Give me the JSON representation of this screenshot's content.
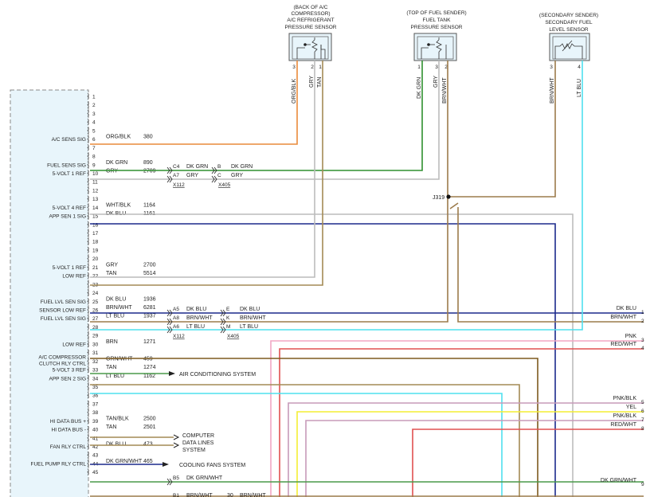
{
  "components": {
    "ac_sensor": {
      "location": "(BACK OF A/C",
      "line2": "COMPRESSOR)",
      "line3": "A/C REFRIGERANT",
      "line4": "PRESSURE SENSOR",
      "pins": [
        "3",
        "2",
        "1"
      ]
    },
    "fuel_tank_sensor": {
      "location": "(TOP OF FUEL SENDER)",
      "line2": "FUEL TANK",
      "line3": "PRESSURE SENSOR",
      "pins": [
        "1",
        "3",
        "2"
      ]
    },
    "secondary_sensor": {
      "location": "(SECONDARY SENDER)",
      "line2": "SECONDARY FUEL",
      "line3": "LEVEL SENSOR",
      "pins": [
        "3",
        "4"
      ]
    }
  },
  "vertical_wires": {
    "org_blk": "ORG/BLK",
    "gry_a": "GRY",
    "tan_a": "TAN",
    "dk_grn": "DK GRN",
    "gry_b": "GRY",
    "brn_wht_a": "BRN/WHT",
    "brn_wht_b": "BRN/WHT",
    "lt_blu": "LT BLU"
  },
  "module_pins": [
    {
      "n": "1",
      "label": ""
    },
    {
      "n": "2",
      "label": ""
    },
    {
      "n": "3",
      "label": ""
    },
    {
      "n": "4",
      "label": ""
    },
    {
      "n": "5",
      "label": ""
    },
    {
      "n": "6",
      "label": "A/C SENS SIG",
      "color": "ORG/BLK",
      "circuit": "380"
    },
    {
      "n": "7",
      "label": ""
    },
    {
      "n": "8",
      "label": ""
    },
    {
      "n": "9",
      "label": "FUEL SENS SIG",
      "color": "DK GRN",
      "circuit": "890"
    },
    {
      "n": "10",
      "label": "5-VOLT 1 REF",
      "color": "GRY",
      "circuit": "2709"
    },
    {
      "n": "11",
      "label": ""
    },
    {
      "n": "12",
      "label": ""
    },
    {
      "n": "13",
      "label": ""
    },
    {
      "n": "14",
      "label": "5-VOLT 4 REF",
      "color": "WHT/BLK",
      "circuit": "1164"
    },
    {
      "n": "15",
      "label": "APP SEN 1 SIG",
      "color": "DK BLU",
      "circuit": "1161"
    },
    {
      "n": "16",
      "label": ""
    },
    {
      "n": "17",
      "label": ""
    },
    {
      "n": "18",
      "label": ""
    },
    {
      "n": "19",
      "label": ""
    },
    {
      "n": "20",
      "label": ""
    },
    {
      "n": "21",
      "label": "5-VOLT 1 REF",
      "color": "GRY",
      "circuit": "2700"
    },
    {
      "n": "22",
      "label": "LOW REF",
      "color": "TAN",
      "circuit": "5514"
    },
    {
      "n": "23",
      "label": ""
    },
    {
      "n": "24",
      "label": ""
    },
    {
      "n": "25",
      "label": "FUEL LVL SEN SIG",
      "color": "DK BLU",
      "circuit": "1936"
    },
    {
      "n": "26",
      "label": "SENSOR LOW REF",
      "color": "BRN/WHT",
      "circuit": "6281"
    },
    {
      "n": "27",
      "label": "FUEL LVL SEN SIG",
      "color": "LT BLU",
      "circuit": "1937"
    },
    {
      "n": "28",
      "label": ""
    },
    {
      "n": "29",
      "label": ""
    },
    {
      "n": "30",
      "label": "LOW REF",
      "color": "BRN",
      "circuit": "1271"
    },
    {
      "n": "31",
      "label": ""
    },
    {
      "n": "32",
      "label": "A/C COMPRESSOR",
      "label2": "CLUTCH RLY CTRL",
      "color": "GRN/WHT",
      "circuit": "459"
    },
    {
      "n": "33",
      "label": "5-VOLT 3 REF",
      "color": "TAN",
      "circuit": "1274"
    },
    {
      "n": "34",
      "label": "APP SEN 2 SIG",
      "color": "LT BLU",
      "circuit": "1162"
    },
    {
      "n": "35",
      "label": ""
    },
    {
      "n": "36",
      "label": ""
    },
    {
      "n": "37",
      "label": ""
    },
    {
      "n": "38",
      "label": ""
    },
    {
      "n": "39",
      "label": "HI DATA BUS +",
      "color": "TAN/BLK",
      "circuit": "2500"
    },
    {
      "n": "40",
      "label": "HI DATA BUS -",
      "color": "TAN",
      "circuit": "2501"
    },
    {
      "n": "41",
      "label": ""
    },
    {
      "n": "42",
      "label": "FAN RLY CTRL",
      "color": "DK BLU",
      "circuit": "473"
    },
    {
      "n": "43",
      "label": ""
    },
    {
      "n": "44",
      "label": "FUEL PUMP RLY CTRL",
      "color": "DK GRN/WHT",
      "circuit": "465"
    },
    {
      "n": "45",
      "label": ""
    }
  ],
  "connectors": {
    "x112": "X112",
    "x405": "X405",
    "c4": "C4",
    "a7": "A7",
    "b": "B",
    "c": "C",
    "a5": "A5",
    "a8": "A8",
    "a6": "A6",
    "e": "E",
    "k": "K",
    "m": "M",
    "b5": "B5",
    "b1": "B1"
  },
  "mid_wire_labels": {
    "dk_grn": "DK GRN",
    "gry": "GRY",
    "dk_blu": "DK BLU",
    "brn_wht": "BRN/WHT",
    "lt_blu": "LT BLU",
    "dk_grn_wht": "DK GRN/WHT",
    "circuit_30": "30"
  },
  "splice": "J319",
  "systems": {
    "ac": "AIR CONDITIONING SYSTEM",
    "data": "COMPUTER",
    "data2": "DATA LINES",
    "data3": "SYSTEM",
    "fans": "COOLING FANS SYSTEM"
  },
  "right_edge": [
    {
      "color": "DK BLU",
      "n": "1"
    },
    {
      "color": "BRN/WHT",
      "n": "2"
    },
    {
      "color": "PNK",
      "n": "3"
    },
    {
      "color": "RED/WHT",
      "n": "4"
    },
    {
      "color": "PNK/BLK",
      "n": "5"
    },
    {
      "color": "YEL",
      "n": "6"
    },
    {
      "color": "PNK/BLK",
      "n": "7"
    },
    {
      "color": "RED/WHT",
      "n": "8"
    },
    {
      "color": "DK GRN/WHT",
      "n": "9"
    }
  ],
  "wire_colors": {
    "org": "#e98a3a",
    "gry": "#bcbcbc",
    "tan": "#a38a55",
    "dkgrn": "#2f8f2f",
    "brnwht": "#9c7b4b",
    "ltblu": "#4fe0ee",
    "dkblu": "#1b2a8c",
    "brn": "#7d5a1e",
    "pnk": "#f2a6c4",
    "red": "#e05050",
    "yel": "#f3ee34",
    "pnkblk": "#c79ab9",
    "grnwht": "#4a9a4a",
    "module_fill": "#e8f5fb",
    "sensor_fill": "#e8f5fb"
  }
}
